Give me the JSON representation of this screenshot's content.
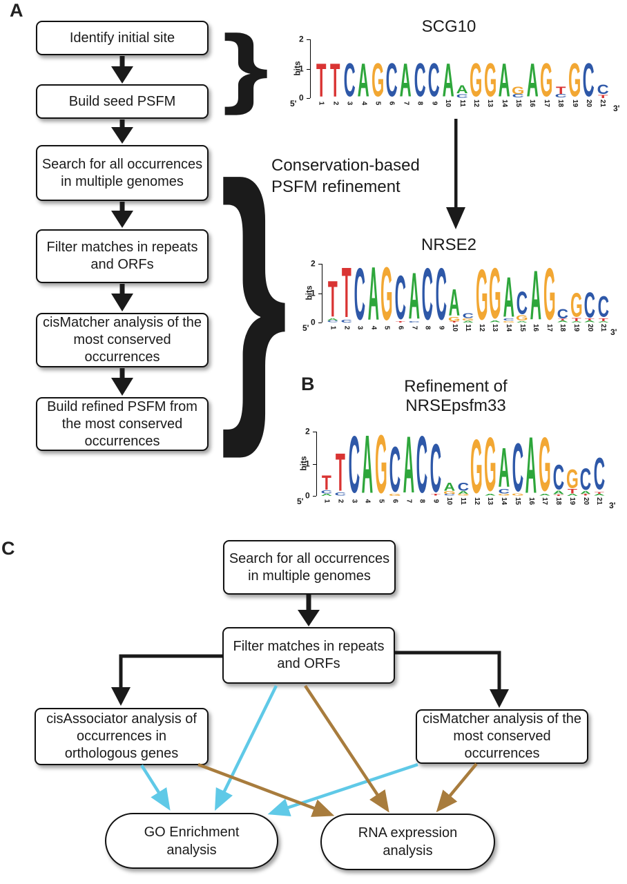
{
  "accent_colors": {
    "arrow_cyan": "#5FC9E7",
    "arrow_brown": "#A87C3D",
    "line_black": "#1a1a1a"
  },
  "base_colors": {
    "A": "#2EA63B",
    "C": "#2E58A8",
    "G": "#F2A733",
    "T": "#D93433"
  },
  "panelA": {
    "label": "A",
    "boxes": [
      {
        "label": "Identify initial site"
      },
      {
        "label": "Build seed PSFM"
      },
      {
        "label": "Search for all occurrences in multiple genomes"
      },
      {
        "label": "Filter matches in repeats and ORFs"
      },
      {
        "label": "cisMatcher analysis of the most conserved occurrences"
      },
      {
        "label": "Build refined PSFM from the most conserved occurrences"
      }
    ],
    "caption_line1": "Conservation-based",
    "caption_line2": "PSFM refinement"
  },
  "panelB": {
    "label": "B",
    "title_line1": "Refinement of",
    "title_line2": "NRSEpsfm33"
  },
  "panelC": {
    "label": "C",
    "boxes": [
      {
        "label": "Search for all occurrences in multiple genomes"
      },
      {
        "label": "Filter matches in repeats and ORFs"
      },
      {
        "label": "cisAssociator analysis of occurrences in orthologous genes"
      },
      {
        "label": "cisMatcher analysis of the most conserved occurrences"
      }
    ],
    "stadiums": [
      {
        "label": "GO Enrichment analysis"
      },
      {
        "label": "RNA expression analysis"
      }
    ]
  },
  "logos": {
    "scg10": {
      "title": "SCG10",
      "ylabel": "bits",
      "five": "5'",
      "three": "3'",
      "yticks": [
        2,
        1,
        0
      ],
      "columns": [
        {
          "n": 1,
          "s": [
            [
              "T",
              1.25
            ]
          ]
        },
        {
          "n": 2,
          "s": [
            [
              "T",
              1.25
            ]
          ]
        },
        {
          "n": 3,
          "s": [
            [
              "C",
              1.25
            ]
          ]
        },
        {
          "n": 4,
          "s": [
            [
              "A",
              1.25
            ]
          ]
        },
        {
          "n": 5,
          "s": [
            [
              "G",
              1.25
            ]
          ]
        },
        {
          "n": 6,
          "s": [
            [
              "C",
              1.25
            ]
          ]
        },
        {
          "n": 7,
          "s": [
            [
              "A",
              1.25
            ]
          ]
        },
        {
          "n": 8,
          "s": [
            [
              "C",
              1.25
            ]
          ]
        },
        {
          "n": 9,
          "s": [
            [
              "C",
              1.25
            ]
          ]
        },
        {
          "n": 10,
          "s": [
            [
              "A",
              1.25
            ]
          ]
        },
        {
          "n": 11,
          "s": [
            [
              "A",
              0.3
            ],
            [
              "C",
              0.14
            ]
          ]
        },
        {
          "n": 12,
          "s": [
            [
              "G",
              1.25
            ]
          ]
        },
        {
          "n": 13,
          "s": [
            [
              "G",
              1.25
            ]
          ]
        },
        {
          "n": 14,
          "s": [
            [
              "A",
              1.25
            ]
          ]
        },
        {
          "n": 15,
          "s": [
            [
              "G",
              0.28
            ],
            [
              "C",
              0.13
            ]
          ]
        },
        {
          "n": 16,
          "s": [
            [
              "A",
              1.25
            ]
          ]
        },
        {
          "n": 17,
          "s": [
            [
              "G",
              1.25
            ]
          ]
        },
        {
          "n": 18,
          "s": [
            [
              "T",
              0.28
            ],
            [
              "C",
              0.13
            ]
          ]
        },
        {
          "n": 19,
          "s": [
            [
              "G",
              1.25
            ]
          ]
        },
        {
          "n": 20,
          "s": [
            [
              "C",
              1.25
            ]
          ]
        },
        {
          "n": 21,
          "s": [
            [
              "C",
              0.35
            ],
            [
              "T",
              0.12
            ]
          ]
        }
      ]
    },
    "nrse2": {
      "title": "NRSE2",
      "ylabel": "bits",
      "five": "5'",
      "three": "3'",
      "yticks": [
        2,
        1,
        0
      ],
      "columns": [
        {
          "n": 1,
          "s": [
            [
              "T",
              1.35
            ],
            [
              "A",
              0.08
            ],
            [
              "C",
              0.06
            ]
          ]
        },
        {
          "n": 2,
          "s": [
            [
              "T",
              1.88
            ],
            [
              "C",
              0.1
            ]
          ]
        },
        {
          "n": 3,
          "s": [
            [
              "C",
              1.95
            ]
          ]
        },
        {
          "n": 4,
          "s": [
            [
              "A",
              2.0
            ]
          ]
        },
        {
          "n": 5,
          "s": [
            [
              "G",
              2.0
            ]
          ]
        },
        {
          "n": 6,
          "s": [
            [
              "C",
              1.65
            ],
            [
              "T",
              0.05
            ]
          ]
        },
        {
          "n": 7,
          "s": [
            [
              "A",
              1.75
            ],
            [
              "C",
              0.05
            ]
          ]
        },
        {
          "n": 8,
          "s": [
            [
              "C",
              1.95
            ]
          ]
        },
        {
          "n": 9,
          "s": [
            [
              "C",
              1.95
            ]
          ]
        },
        {
          "n": 10,
          "s": [
            [
              "A",
              1.0
            ],
            [
              "G",
              0.15
            ],
            [
              "T",
              0.05
            ]
          ]
        },
        {
          "n": 11,
          "s": [
            [
              "C",
              0.18
            ],
            [
              "G",
              0.08
            ],
            [
              "A",
              0.07
            ]
          ]
        },
        {
          "n": 12,
          "s": [
            [
              "G",
              1.9
            ]
          ]
        },
        {
          "n": 13,
          "s": [
            [
              "G",
              1.9
            ],
            [
              "A",
              0.06
            ]
          ]
        },
        {
          "n": 14,
          "s": [
            [
              "A",
              1.5
            ],
            [
              "C",
              0.08
            ],
            [
              "G",
              0.05
            ]
          ]
        },
        {
          "n": 15,
          "s": [
            [
              "C",
              0.85
            ],
            [
              "G",
              0.2
            ],
            [
              "A",
              0.05
            ]
          ]
        },
        {
          "n": 16,
          "s": [
            [
              "A",
              1.85
            ]
          ]
        },
        {
          "n": 17,
          "s": [
            [
              "G",
              1.95
            ]
          ]
        },
        {
          "n": 18,
          "s": [
            [
              "C",
              0.35
            ],
            [
              "T",
              0.07
            ],
            [
              "A",
              0.06
            ]
          ]
        },
        {
          "n": 19,
          "s": [
            [
              "G",
              0.9
            ],
            [
              "T",
              0.12
            ],
            [
              "A",
              0.05
            ]
          ]
        },
        {
          "n": 20,
          "s": [
            [
              "C",
              0.95
            ],
            [
              "T",
              0.08
            ],
            [
              "A",
              0.06
            ]
          ]
        },
        {
          "n": 21,
          "s": [
            [
              "C",
              0.78
            ],
            [
              "T",
              0.1
            ],
            [
              "A",
              0.05
            ]
          ]
        }
      ]
    },
    "refined": {
      "title": "Refinement of NRSEpsfm33",
      "ylabel": "bits",
      "five": "5'",
      "three": "3'",
      "yticks": [
        2,
        1,
        0
      ],
      "columns": [
        {
          "n": 1,
          "s": [
            [
              "T",
              0.5
            ],
            [
              "C",
              0.1
            ],
            [
              "A",
              0.07
            ]
          ]
        },
        {
          "n": 2,
          "s": [
            [
              "T",
              1.3
            ],
            [
              "C",
              0.1
            ]
          ]
        },
        {
          "n": 3,
          "s": [
            [
              "C",
              1.95
            ]
          ]
        },
        {
          "n": 4,
          "s": [
            [
              "A",
              2.0
            ]
          ]
        },
        {
          "n": 5,
          "s": [
            [
              "G",
              2.0
            ]
          ]
        },
        {
          "n": 6,
          "s": [
            [
              "C",
              1.55
            ],
            [
              "G",
              0.07
            ]
          ]
        },
        {
          "n": 7,
          "s": [
            [
              "A",
              1.95
            ]
          ]
        },
        {
          "n": 8,
          "s": [
            [
              "C",
              1.95
            ]
          ]
        },
        {
          "n": 9,
          "s": [
            [
              "C",
              1.65
            ],
            [
              "T",
              0.06
            ]
          ]
        },
        {
          "n": 10,
          "s": [
            [
              "A",
              0.28
            ],
            [
              "G",
              0.1
            ],
            [
              "C",
              0.06
            ]
          ]
        },
        {
          "n": 11,
          "s": [
            [
              "C",
              0.28
            ],
            [
              "A",
              0.1
            ],
            [
              "G",
              0.06
            ]
          ]
        },
        {
          "n": 12,
          "s": [
            [
              "G",
              1.85
            ]
          ]
        },
        {
          "n": 13,
          "s": [
            [
              "G",
              1.85
            ],
            [
              "A",
              0.06
            ]
          ]
        },
        {
          "n": 14,
          "s": [
            [
              "A",
              1.35
            ],
            [
              "C",
              0.15
            ],
            [
              "G",
              0.06
            ]
          ]
        },
        {
          "n": 15,
          "s": [
            [
              "C",
              1.65
            ],
            [
              "G",
              0.08
            ]
          ]
        },
        {
          "n": 16,
          "s": [
            [
              "A",
              1.93
            ]
          ]
        },
        {
          "n": 17,
          "s": [
            [
              "G",
              1.85
            ],
            [
              "A",
              0.06
            ]
          ]
        },
        {
          "n": 18,
          "s": [
            [
              "C",
              0.85
            ],
            [
              "A",
              0.12
            ],
            [
              "T",
              0.05
            ]
          ]
        },
        {
          "n": 19,
          "s": [
            [
              "G",
              0.65
            ],
            [
              "T",
              0.15
            ],
            [
              "A",
              0.07
            ]
          ]
        },
        {
          "n": 20,
          "s": [
            [
              "C",
              0.75
            ],
            [
              "A",
              0.1
            ],
            [
              "T",
              0.06
            ]
          ]
        },
        {
          "n": 21,
          "s": [
            [
              "C",
              1.1
            ],
            [
              "T",
              0.08
            ],
            [
              "A",
              0.06
            ]
          ]
        }
      ]
    }
  }
}
